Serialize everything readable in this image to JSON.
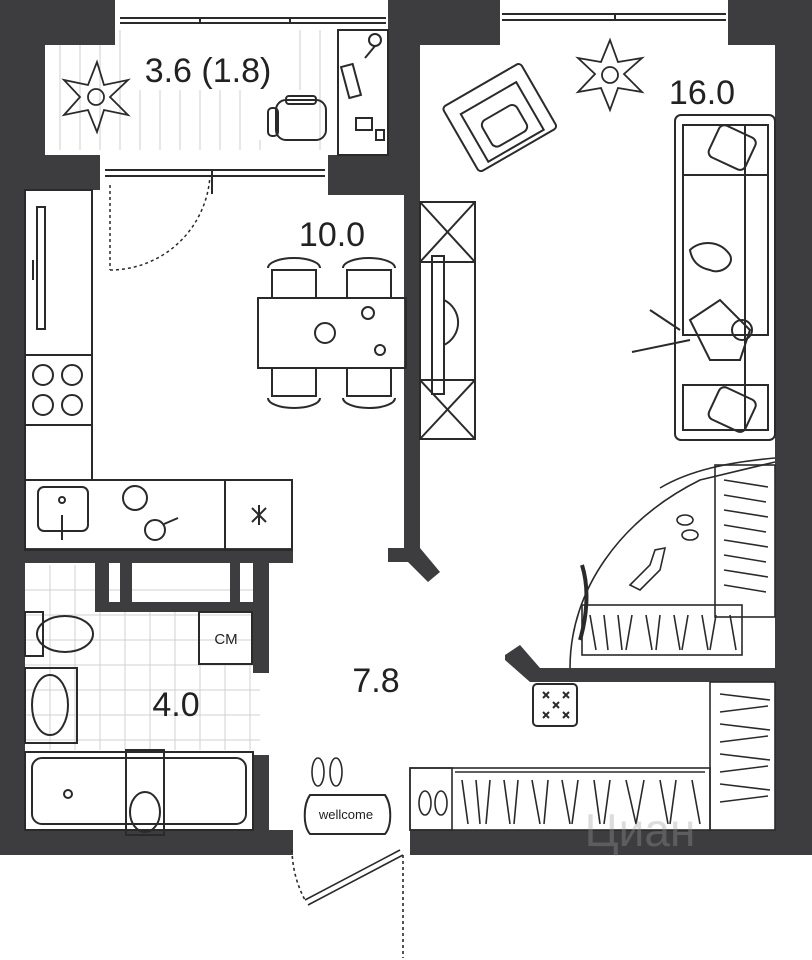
{
  "rooms": {
    "balcony": {
      "area_label": "3.6 (1.8)"
    },
    "living": {
      "area_label": "16.0"
    },
    "kitchen": {
      "area_label": "10.0"
    },
    "hall": {
      "area_label": "7.8"
    },
    "bathroom": {
      "area_label": "4.0"
    }
  },
  "labels": {
    "washer": "CM",
    "doormat": "wellcome",
    "watermark": "Циан"
  },
  "colors": {
    "wall": "#3d3d3f",
    "line": "#2a2a2a",
    "tile": "#d0d0d0",
    "background": "#ffffff"
  }
}
